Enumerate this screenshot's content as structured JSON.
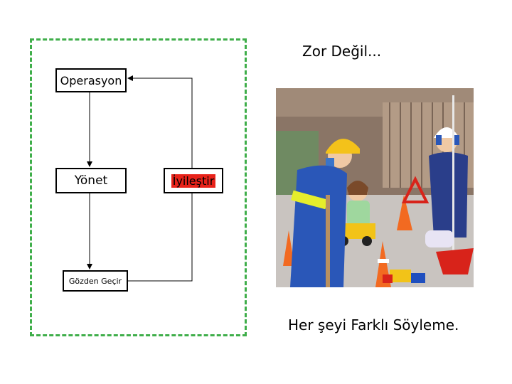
{
  "slide": {
    "title": "Zor Değil...",
    "caption": "Her şeyi Farklı Söyleme."
  },
  "diagram": {
    "nodes": {
      "operasyon": "Operasyon",
      "yonet": "Yönet",
      "iyilestir": "İyileştir",
      "gozden_gecir": "Gözden Geçir"
    }
  },
  "colors": {
    "frame": "#3fae4a",
    "highlight": "#e8231a"
  }
}
